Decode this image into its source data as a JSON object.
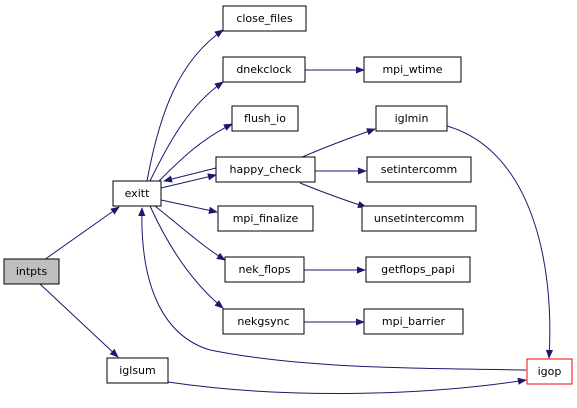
{
  "colors": {
    "edge": "#191970",
    "node_fill": "#ffffff",
    "node_border": "#000000",
    "root_fill": "#bfbfbf",
    "truncated_border": "#ff0000"
  },
  "nodes": {
    "intpts": "intpts",
    "exitt": "exitt",
    "iglsum": "iglsum",
    "close_files": "close_files",
    "dnekclock": "dnekclock",
    "mpi_wtime": "mpi_wtime",
    "flush_io": "flush_io",
    "happy_check": "happy_check",
    "iglmin": "iglmin",
    "setintercomm": "setintercomm",
    "unsetintercomm": "unsetintercomm",
    "mpi_finalize": "mpi_finalize",
    "nek_flops": "nek_flops",
    "getflops_papi": "getflops_papi",
    "nekgsync": "nekgsync",
    "mpi_barrier": "mpi_barrier",
    "igop": "igop"
  }
}
